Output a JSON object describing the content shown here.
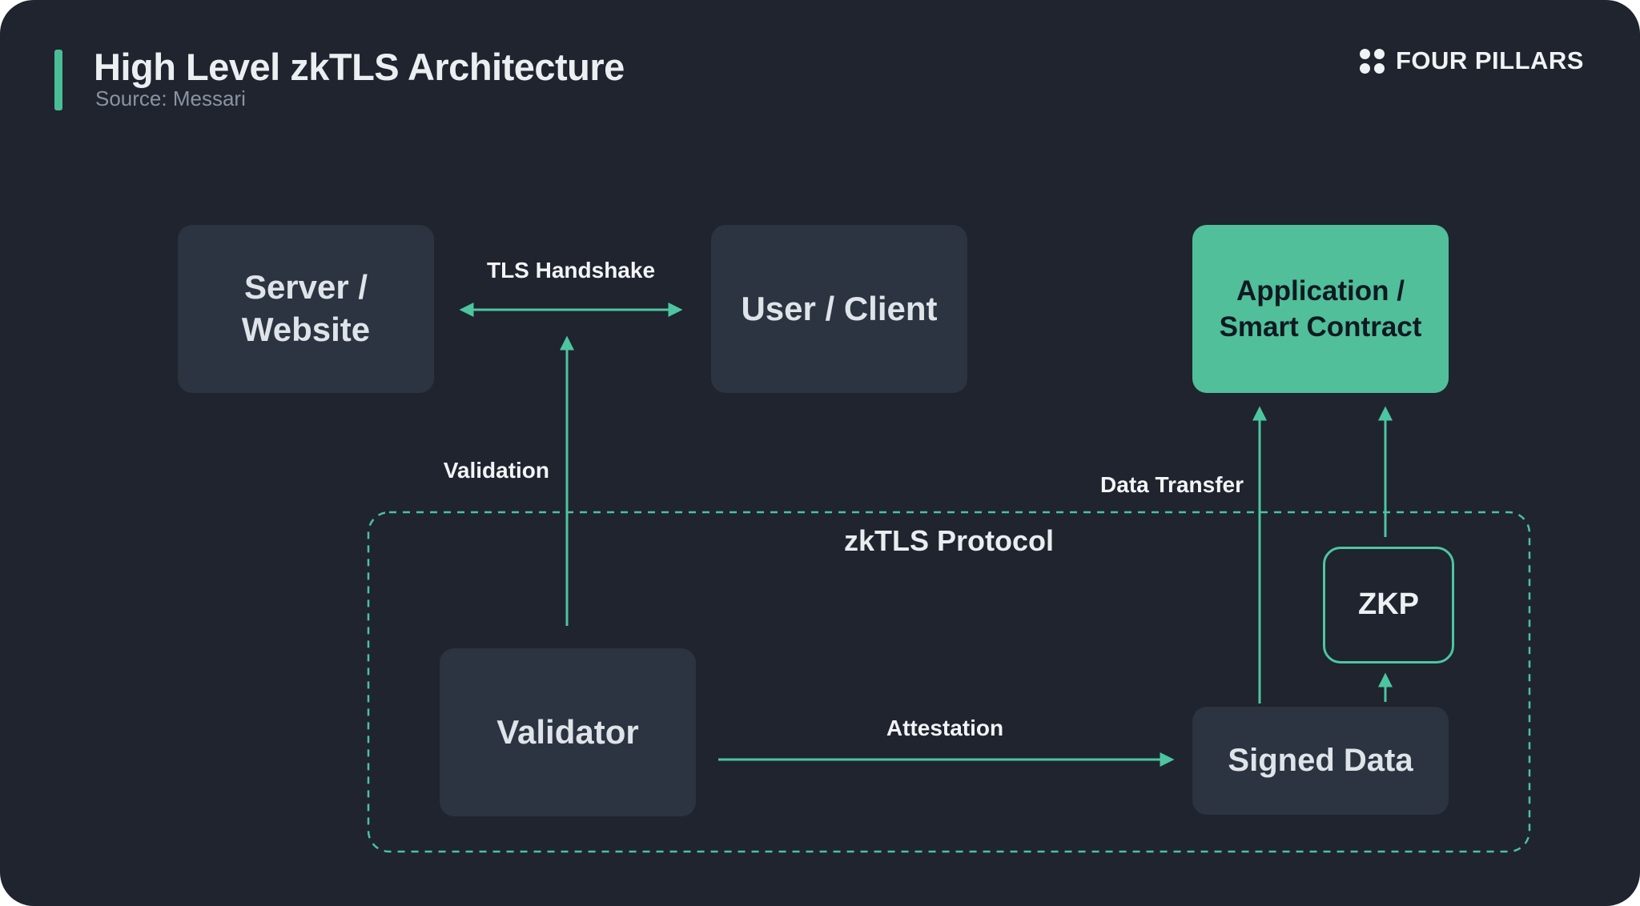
{
  "header": {
    "title": "High Level zkTLS Architecture",
    "source": "Source: Messari"
  },
  "brand": {
    "name": "FOUR PILLARS",
    "logo": "four-dots-icon"
  },
  "colors": {
    "page_background": "#ffffff",
    "card_background": "#1f242e",
    "node_background": "#2b3440",
    "node_text": "#dfe4e9",
    "highlight_background": "#50bf9a",
    "highlight_text": "#101922",
    "line": "#4dc5a1",
    "accent_bar": "#4abd96",
    "muted_text": "#8a93a1"
  },
  "diagram": {
    "container": {
      "label": "zkTLS Protocol"
    },
    "nodes": {
      "server": {
        "lines": [
          "Server /",
          "Website"
        ]
      },
      "user": {
        "lines": [
          "User / Client"
        ]
      },
      "app": {
        "lines": [
          "Application /",
          "Smart Contract"
        ],
        "highlighted": true
      },
      "validator": {
        "lines": [
          "Validator"
        ]
      },
      "zkp": {
        "lines": [
          "ZKP"
        ]
      },
      "signed": {
        "lines": [
          "Signed Data"
        ]
      }
    },
    "edges": {
      "tls": {
        "label": "TLS Handshake",
        "from": "server",
        "to": "user",
        "direction": "both"
      },
      "validation": {
        "label": "Validation",
        "from": "validator",
        "to": "tls_handshake_line",
        "direction": "up"
      },
      "attestation": {
        "label": "Attestation",
        "from": "validator",
        "to": "signed",
        "direction": "right"
      },
      "data_transfer": {
        "label": "Data Transfer",
        "from": "signed",
        "to": "app",
        "direction": "up"
      },
      "zkp_to_app": {
        "label": "",
        "from": "zkp",
        "to": "app",
        "direction": "up"
      },
      "signed_to_zkp": {
        "label": "",
        "from": "signed",
        "to": "zkp",
        "direction": "up"
      }
    }
  }
}
